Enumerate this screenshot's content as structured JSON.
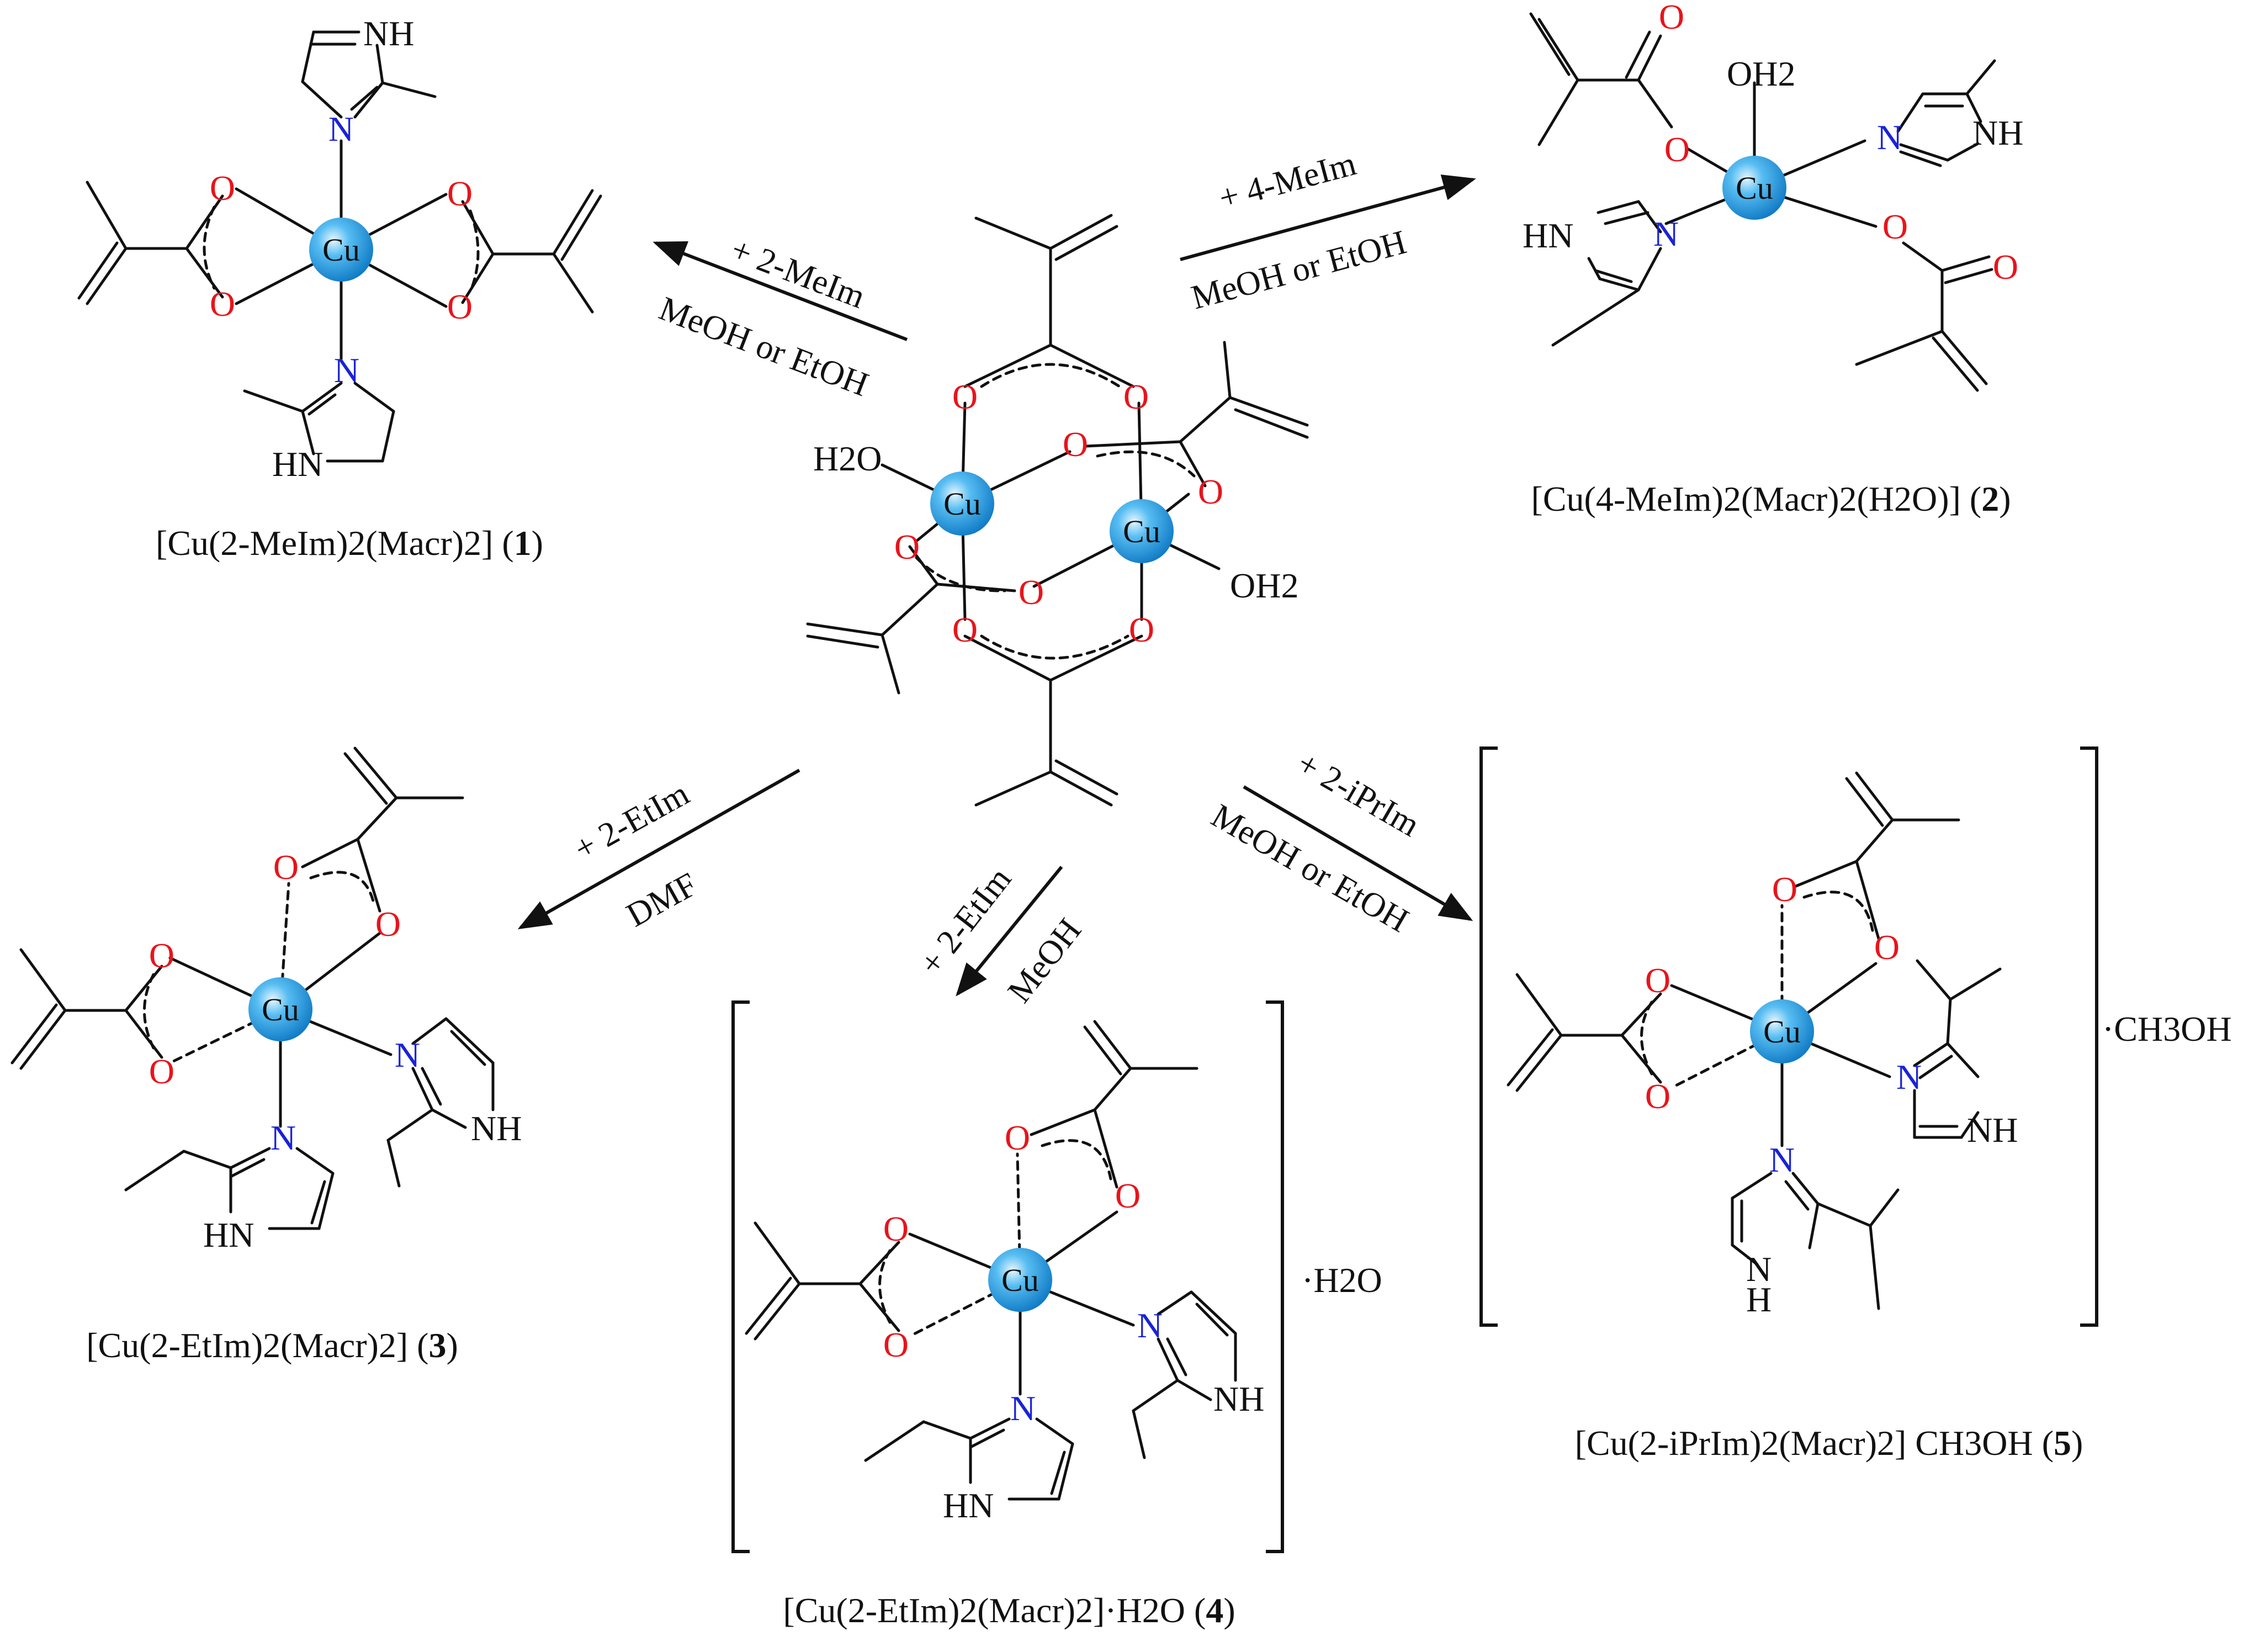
{
  "atoms": {
    "cu": "Cu",
    "o": "O",
    "n": "N",
    "nh": "NH",
    "hn": "HN",
    "h": "H",
    "water_left": "H2O",
    "water_right": "OH2"
  },
  "reactions": {
    "r1": {
      "reagent": "+ 2-MeIm",
      "solvent": "MeOH or EtOH"
    },
    "r2": {
      "reagent": "+ 4-MeIm",
      "solvent": "MeOH or EtOH"
    },
    "r3": {
      "reagent": "+ 2-EtIm",
      "solvent": "DMF"
    },
    "r4": {
      "reagent": "+ 2-EtIm",
      "solvent": "MeOH"
    },
    "r5": {
      "reagent": "+ 2-iPrIm",
      "solvent": "MeOH or EtOH"
    }
  },
  "solvates": {
    "water": "·H2O",
    "methanol": "·CH3OH"
  },
  "captions": {
    "c1": {
      "text": "[Cu(2-MeIm)2(Macr)2]",
      "number": "1"
    },
    "c2": {
      "text": "[Cu(4-MeIm)2(Macr)2(H2O)]",
      "number": "2"
    },
    "c3": {
      "text": "[Cu(2-EtIm)2(Macr)2]",
      "number": "3"
    },
    "c4": {
      "text": "[Cu(2-EtIm)2(Macr)2]·H2O",
      "number": "4"
    },
    "c5": {
      "text": "[Cu(2-iPrIm)2(Macr)2] CH3OH",
      "number": "5"
    }
  },
  "colors": {
    "copper": "#1e9be8",
    "oxygen": "#e8141b",
    "nitrogen": "#1a23d6",
    "bond": "#111111"
  }
}
